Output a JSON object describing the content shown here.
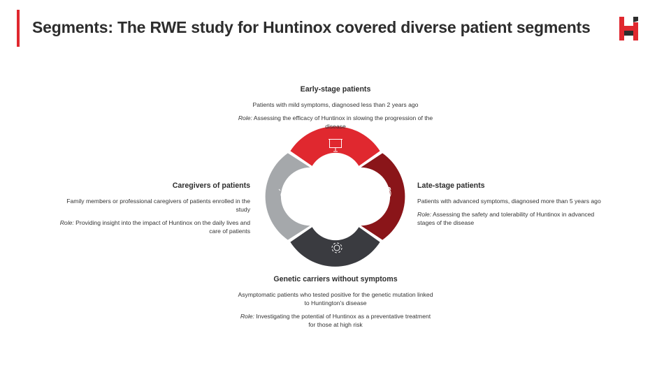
{
  "slide": {
    "title": "Segments: The RWE study for Huntinox covered diverse patient segments"
  },
  "colors": {
    "accent": "#e0282f",
    "early_stage": "#e0282f",
    "late_stage": "#8a1519",
    "genetic_carriers": "#3a3b40",
    "caregivers": "#a5a8ab"
  },
  "segments": [
    {
      "id": "early",
      "title": "Early-stage patients",
      "description": "Patients with mild symptoms, diagnosed less than 2 years ago",
      "role_label": "Role:",
      "role_text": "Assessing the efficacy of Huntinox in slowing the progression of the disease",
      "icon": "presentation-board-icon"
    },
    {
      "id": "late",
      "title": "Late-stage patients",
      "description": "Patients with advanced symptoms, diagnosed more than 5 years ago",
      "role_label": "Role:",
      "role_text": "Assessing the safety and tolerability of Huntinox in advanced stages of the disease",
      "icon": "target-icon"
    },
    {
      "id": "carriers",
      "title": "Genetic carriers without symptoms",
      "description": "Asymptomatic patients who tested positive for the genetic mutation linked to Huntington's disease",
      "role_label": "Role:",
      "role_text": "Investigating the potential of Huntinox as a preventative treatment for those at high risk",
      "icon": "gear-icon"
    },
    {
      "id": "caregivers",
      "title": "Caregivers of patients",
      "description": "Family members or professional caregivers of patients enrolled in the study",
      "role_label": "Role:",
      "role_text": "Providing insight into the impact of Huntinox on the daily lives and care of patients",
      "icon": "lightbulb-icon"
    }
  ]
}
